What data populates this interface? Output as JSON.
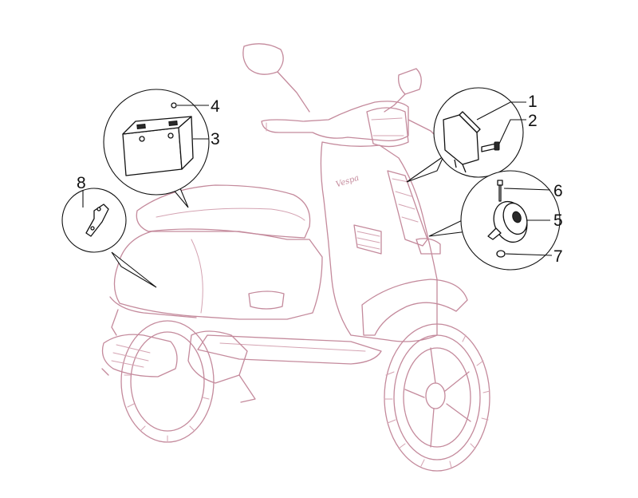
{
  "brand_script": "Vespa",
  "colors": {
    "scooter_outline": "#c48a9c",
    "part_outline": "#111111",
    "background": "#ffffff"
  },
  "callouts": [
    {
      "id": "1",
      "label": "1"
    },
    {
      "id": "2",
      "label": "2"
    },
    {
      "id": "3",
      "label": "3"
    },
    {
      "id": "4",
      "label": "4"
    },
    {
      "id": "5",
      "label": "5"
    },
    {
      "id": "6",
      "label": "6"
    },
    {
      "id": "7",
      "label": "7"
    },
    {
      "id": "8",
      "label": "8"
    }
  ]
}
